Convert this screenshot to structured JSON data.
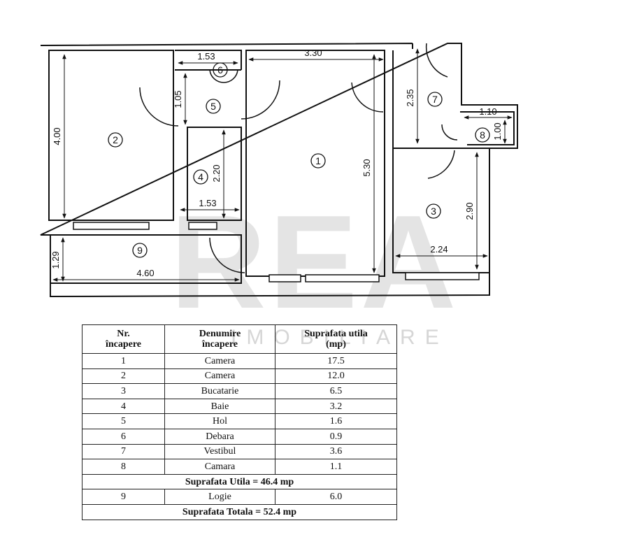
{
  "plan": {
    "dimensions": {
      "d_153_top": "1.53",
      "d_330": "3.30",
      "d_105": "1.05",
      "d_400": "4.00",
      "d_220": "2.20",
      "d_153_bottom": "1.53",
      "d_530": "5.30",
      "d_235": "2.35",
      "d_110": "1.10",
      "d_100": "1.00",
      "d_290": "2.90",
      "d_224": "2.24",
      "d_129": "1.29",
      "d_460": "4.60"
    },
    "rooms": [
      "1",
      "2",
      "3",
      "4",
      "5",
      "6",
      "7",
      "8",
      "9"
    ],
    "watermark": {
      "logo": "REA",
      "sub": "IMOBILIARE"
    }
  },
  "table": {
    "headers": [
      "Nr.\nîncapere",
      "Denumire\nîncapere",
      "Suprafata utila\n(mp)"
    ],
    "rows": [
      {
        "nr": "1",
        "name": "Camera",
        "area": "17.5"
      },
      {
        "nr": "2",
        "name": "Camera",
        "area": "12.0"
      },
      {
        "nr": "3",
        "name": "Bucatarie",
        "area": "6.5"
      },
      {
        "nr": "4",
        "name": "Baie",
        "area": "3.2"
      },
      {
        "nr": "5",
        "name": "Hol",
        "area": "1.6"
      },
      {
        "nr": "6",
        "name": "Debara",
        "area": "0.9"
      },
      {
        "nr": "7",
        "name": "Vestibul",
        "area": "3.6"
      },
      {
        "nr": "8",
        "name": "Camara",
        "area": "1.1"
      }
    ],
    "subtotal": "Suprafata Utila = 46.4 mp",
    "loggia": {
      "nr": "9",
      "name": "Logie",
      "area": "6.0"
    },
    "total": "Suprafata Totala = 52.4 mp"
  }
}
